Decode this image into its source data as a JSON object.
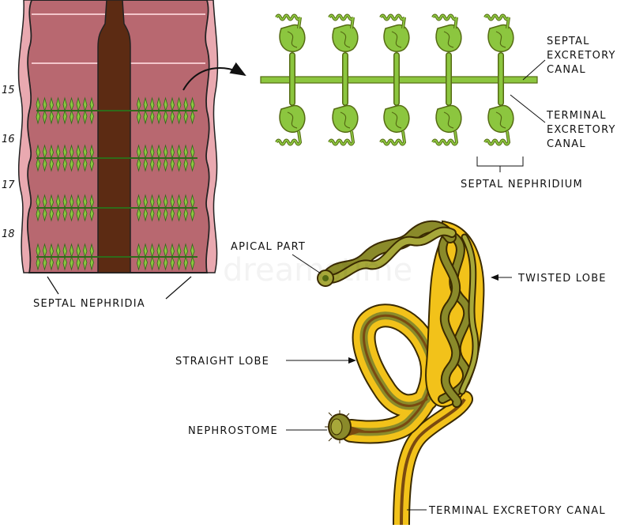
{
  "segments": [
    "15",
    "16",
    "17",
    "18"
  ],
  "labels": {
    "septal_excretory_canal": [
      "SEPTAL",
      "EXCRETORY",
      "CANAL"
    ],
    "terminal_excretory_canal_top": [
      "TERMINAL",
      "EXCRETORY",
      "CANAL"
    ],
    "septal_nephridium": "SEPTAL NEPHRIDIUM",
    "septal_nephridia": "SEPTAL NEPHRIDIA",
    "apical_part": "APICAL PART",
    "twisted_lobe": "TWISTED LOBE",
    "straight_lobe": "STRAIGHT LOBE",
    "nephrostome": "NEPHROSTOME",
    "terminal_excretory_canal_bottom": "TERMINAL EXCRETORY CANAL"
  },
  "watermark": "dreamstime",
  "colors": {
    "body_wall": "#b96a72",
    "body_wall_light": "#e0a3a9",
    "gut": "#5a2a12",
    "nephridium_green": "#8cc63f",
    "nephridium_dark": "#556b13",
    "lobe_yellow": "#f2c21a",
    "lobe_olive": "#8a8a2a",
    "canal_brown": "#7a4a10"
  }
}
